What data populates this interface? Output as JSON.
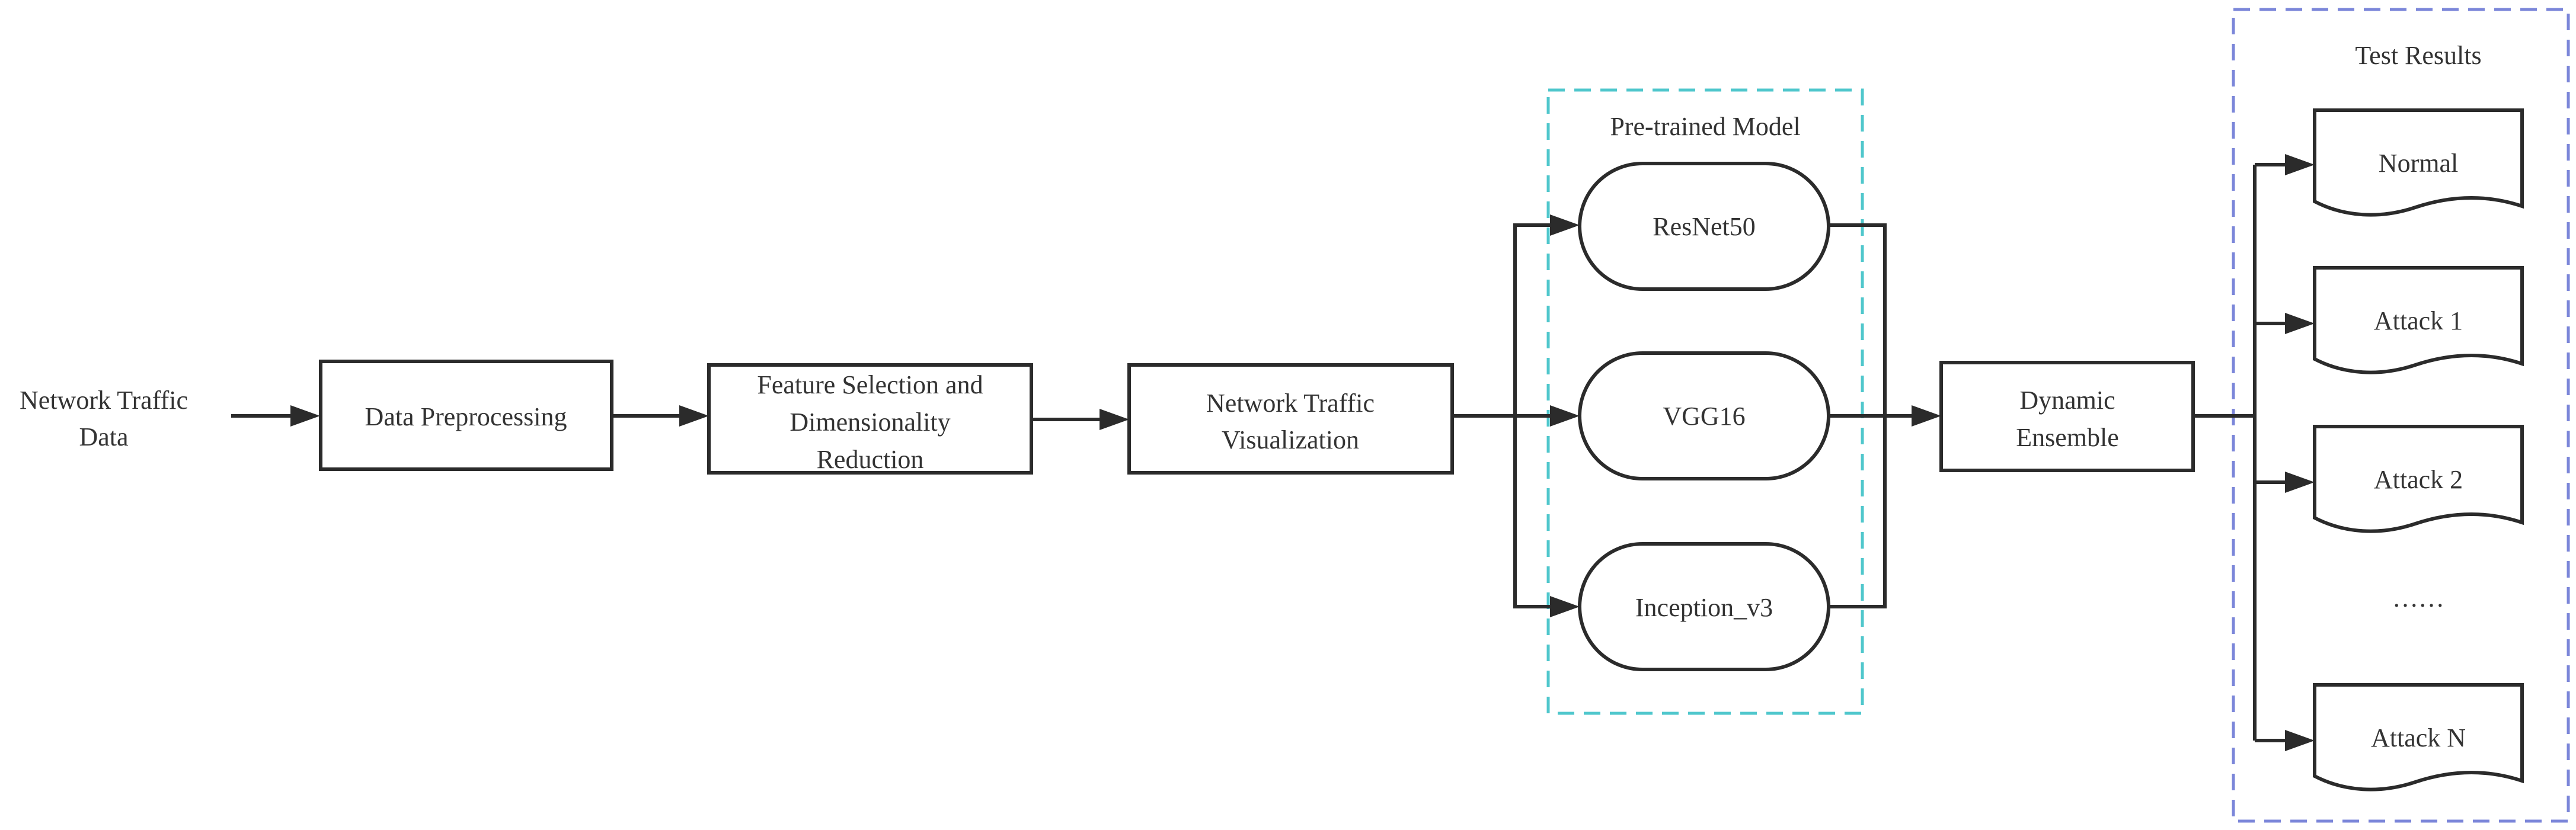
{
  "diagram": {
    "input": {
      "line1": "Network Traffic",
      "line2": "Data"
    },
    "preprocessing": "Data Preprocessing",
    "feature": {
      "line1": "Feature Selection and",
      "line2": "Dimensionality",
      "line3": "Reduction"
    },
    "visualization": {
      "line1": "Network Traffic",
      "line2": "Visualization"
    },
    "pretrained": {
      "title": "Pre-trained Model",
      "models": [
        "ResNet50",
        "VGG16",
        "Inception_v3"
      ],
      "border_color": "#4fc7cc"
    },
    "ensemble": {
      "line1": "Dynamic",
      "line2": "Ensemble"
    },
    "results": {
      "title": "Test Results",
      "items": [
        "Normal",
        "Attack 1",
        "Attack 2",
        "Attack N"
      ],
      "ellipsis": "……",
      "border_color": "#7b86d9"
    },
    "line_color": "#2b2b2b"
  }
}
